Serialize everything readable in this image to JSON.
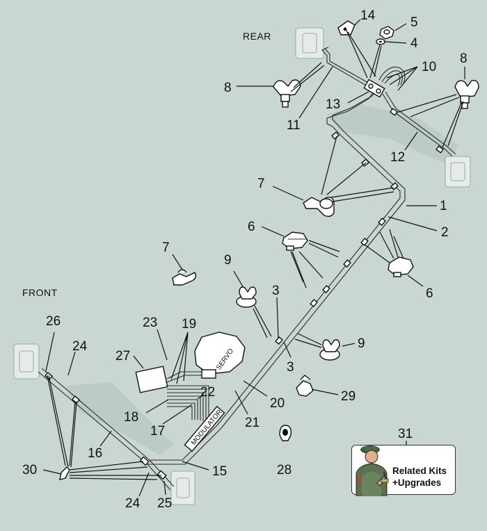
{
  "labels": {
    "rear": "REAR",
    "front": "FRONT",
    "servo": "SERVO",
    "modulator": "MODULATOR"
  },
  "callouts": [
    "1",
    "2",
    "3",
    "3",
    "4",
    "5",
    "6",
    "6",
    "7",
    "7",
    "8",
    "8",
    "9",
    "9",
    "10",
    "11",
    "12",
    "13",
    "14",
    "15",
    "16",
    "17",
    "18",
    "19",
    "20",
    "21",
    "22",
    "23",
    "24",
    "24",
    "25",
    "26",
    "27",
    "28",
    "29",
    "30",
    "31"
  ],
  "button": {
    "line1": "Related Kits",
    "line2": "+Upgrades",
    "number": "31",
    "icon": "modeller-figure-icon"
  },
  "colors": {
    "background": "#c9d6d1",
    "ink": "#111111",
    "part_fill": "#ffffff",
    "ghost_chassis": "#bccbc5"
  }
}
